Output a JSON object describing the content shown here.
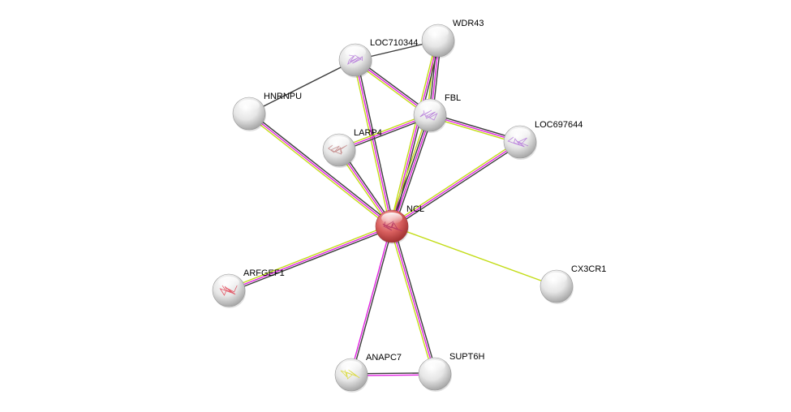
{
  "network": {
    "query_node": "NCL",
    "colors": {
      "query_node": "#d9605f",
      "other_node": "#e8e8e8",
      "coexpression": "#3c3c3c",
      "experiments": "#e020e0",
      "textmining": "#c3dc16"
    },
    "nodes": [
      {
        "id": "WDR43",
        "label": "WDR43",
        "structure": null
      },
      {
        "id": "LOC710344",
        "label": "LOC710344",
        "structure": "#b070d8"
      },
      {
        "id": "HNRNPU",
        "label": "HNRNPU",
        "structure": null
      },
      {
        "id": "FBL",
        "label": "FBL",
        "structure": "#b070d8"
      },
      {
        "id": "LARP4",
        "label": "LARP4",
        "structure": "#c08080"
      },
      {
        "id": "LOC697644",
        "label": "LOC697644",
        "structure": "#b070d8"
      },
      {
        "id": "NCL",
        "label": "NCL",
        "structure": "#b03060"
      },
      {
        "id": "ARFGEF1",
        "label": "ARFGEF1",
        "structure": "#e04050"
      },
      {
        "id": "CX3CR1",
        "label": "CX3CR1",
        "structure": null
      },
      {
        "id": "ANAPC7",
        "label": "ANAPC7",
        "structure": "#d8d830"
      },
      {
        "id": "SUPT6H",
        "label": "SUPT6H",
        "structure": null
      }
    ],
    "edges": [
      {
        "source": "LOC710344",
        "target": "WDR43",
        "evidence": [
          "coexpression"
        ]
      },
      {
        "source": "LOC710344",
        "target": "HNRNPU",
        "evidence": [
          "coexpression"
        ]
      },
      {
        "source": "LOC710344",
        "target": "FBL",
        "evidence": [
          "coexpression",
          "experiments",
          "textmining"
        ]
      },
      {
        "source": "LOC710344",
        "target": "NCL",
        "evidence": [
          "coexpression",
          "experiments",
          "textmining"
        ]
      },
      {
        "source": "WDR43",
        "target": "FBL",
        "evidence": [
          "coexpression",
          "experiments",
          "coexpression",
          "textmining"
        ]
      },
      {
        "source": "WDR43",
        "target": "NCL",
        "evidence": [
          "coexpression",
          "experiments",
          "textmining"
        ]
      },
      {
        "source": "FBL",
        "target": "LARP4",
        "evidence": [
          "coexpression",
          "experiments",
          "textmining"
        ]
      },
      {
        "source": "FBL",
        "target": "LOC697644",
        "evidence": [
          "coexpression",
          "experiments",
          "textmining"
        ]
      },
      {
        "source": "FBL",
        "target": "NCL",
        "evidence": [
          "coexpression",
          "experiments",
          "coexpression",
          "textmining"
        ]
      },
      {
        "source": "HNRNPU",
        "target": "NCL",
        "evidence": [
          "coexpression",
          "experiments",
          "textmining"
        ]
      },
      {
        "source": "LARP4",
        "target": "NCL",
        "evidence": [
          "coexpression",
          "experiments",
          "textmining"
        ]
      },
      {
        "source": "LOC697644",
        "target": "NCL",
        "evidence": [
          "coexpression",
          "experiments",
          "textmining"
        ]
      },
      {
        "source": "NCL",
        "target": "ARFGEF1",
        "evidence": [
          "coexpression",
          "experiments",
          "textmining"
        ]
      },
      {
        "source": "NCL",
        "target": "CX3CR1",
        "evidence": [
          "textmining"
        ]
      },
      {
        "source": "NCL",
        "target": "ANAPC7",
        "evidence": [
          "coexpression",
          "experiments"
        ]
      },
      {
        "source": "NCL",
        "target": "SUPT6H",
        "evidence": [
          "coexpression",
          "experiments",
          "textmining"
        ]
      },
      {
        "source": "ANAPC7",
        "target": "SUPT6H",
        "evidence": [
          "coexpression",
          "experiments"
        ]
      }
    ]
  }
}
